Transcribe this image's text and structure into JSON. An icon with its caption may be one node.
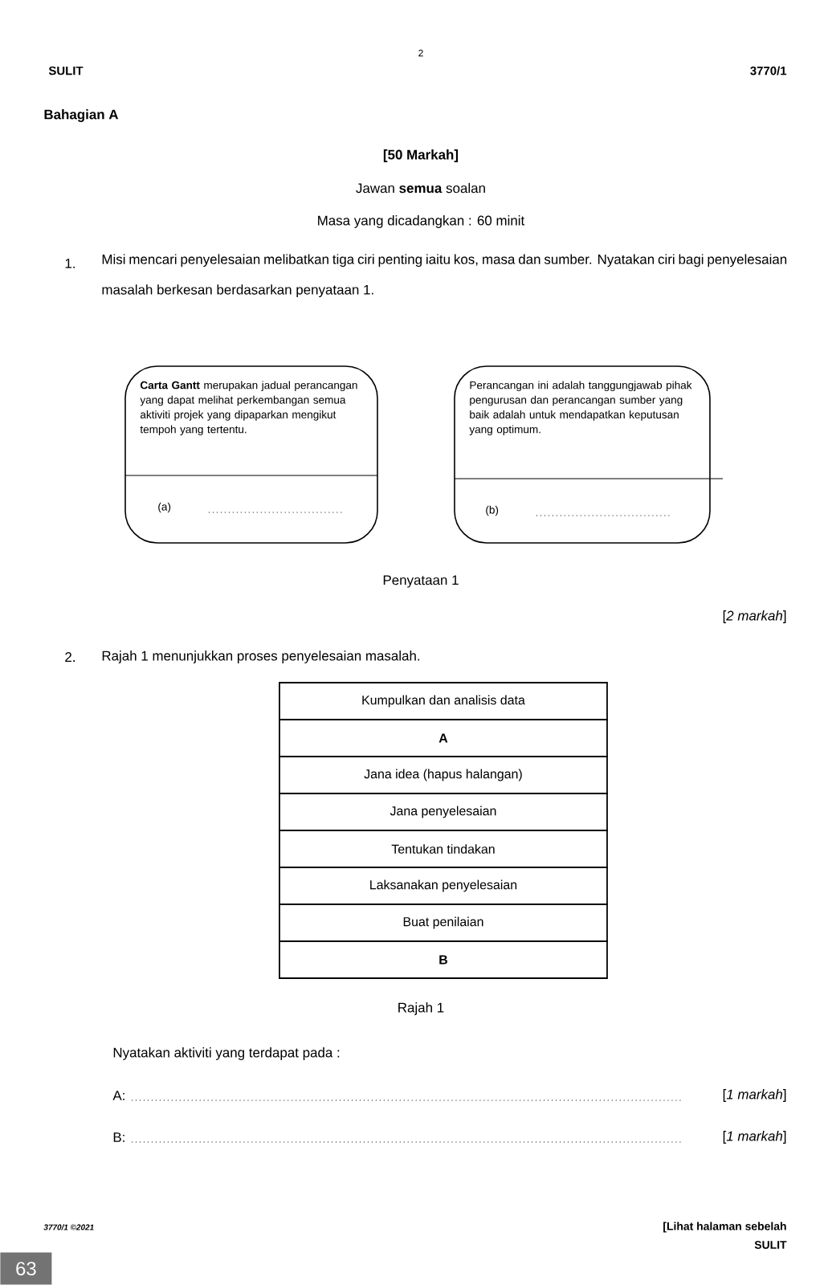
{
  "diagram": {
    "nodes": [
      {
        "text": [
          "**Carta Gantt** merupakan jadual perancangan yang dapat melihat perkembangan semua aktiviti projek yang dipaparkan mengikut tempoh yang tertentu.",
          "(a)"
        ]
      },
      {
        "text": [
          "Perancangan ini adalah tanggungjawab pihak pengurusan dan perancangan sumber yang baik adalah untuk mendapatkan keputusan yang optimum.",
          "(b)"
        ]
      },
      {
        "text": [
          "Kumpulkan dan analisis data"
        ]
      },
      {
        "text": [
          "A"
        ]
      },
      {
        "text": [
          "Jana idea (hapus halangan)"
        ]
      },
      {
        "text": [
          "Jana penyelesaian"
        ]
      },
      {
        "text": [
          "Tentukan tindakan"
        ]
      },
      {
        "text": [
          "Laksanakan penyelesaian"
        ]
      },
      {
        "text": [
          "Buat penilaian"
        ]
      },
      {
        "text": [
          "B"
        ]
      }
    ],
    "labels": [
      "2",
      "SULIT",
      "3770/1",
      "Bahagian A",
      "[50 Markah]",
      "Jawan **semua** soalan",
      "Masa yang dicadangkan : 60 minit",
      "1.",
      "Misi mencari penyelesaian melibatkan tiga ciri penting iaitu kos, masa dan sumber. Nyatakan ciri bagi penyelesaian masalah berkesan berdasarkan penyataan 1.",
      "Penyataan 1",
      "[*2 markah*]",
      "2.",
      "Rajah 1  menunjukkan proses penyelesaian masalah.",
      "Rajah 1",
      "Nyatakan aktiviti yang terdapat pada :",
      "A:",
      "[*1 markah*]",
      "B:",
      "[*1 markah*]",
      "3770/1 ©2021",
      "[Lihat halaman sebelah",
      "SULIT",
      "63"
    ]
  }
}
